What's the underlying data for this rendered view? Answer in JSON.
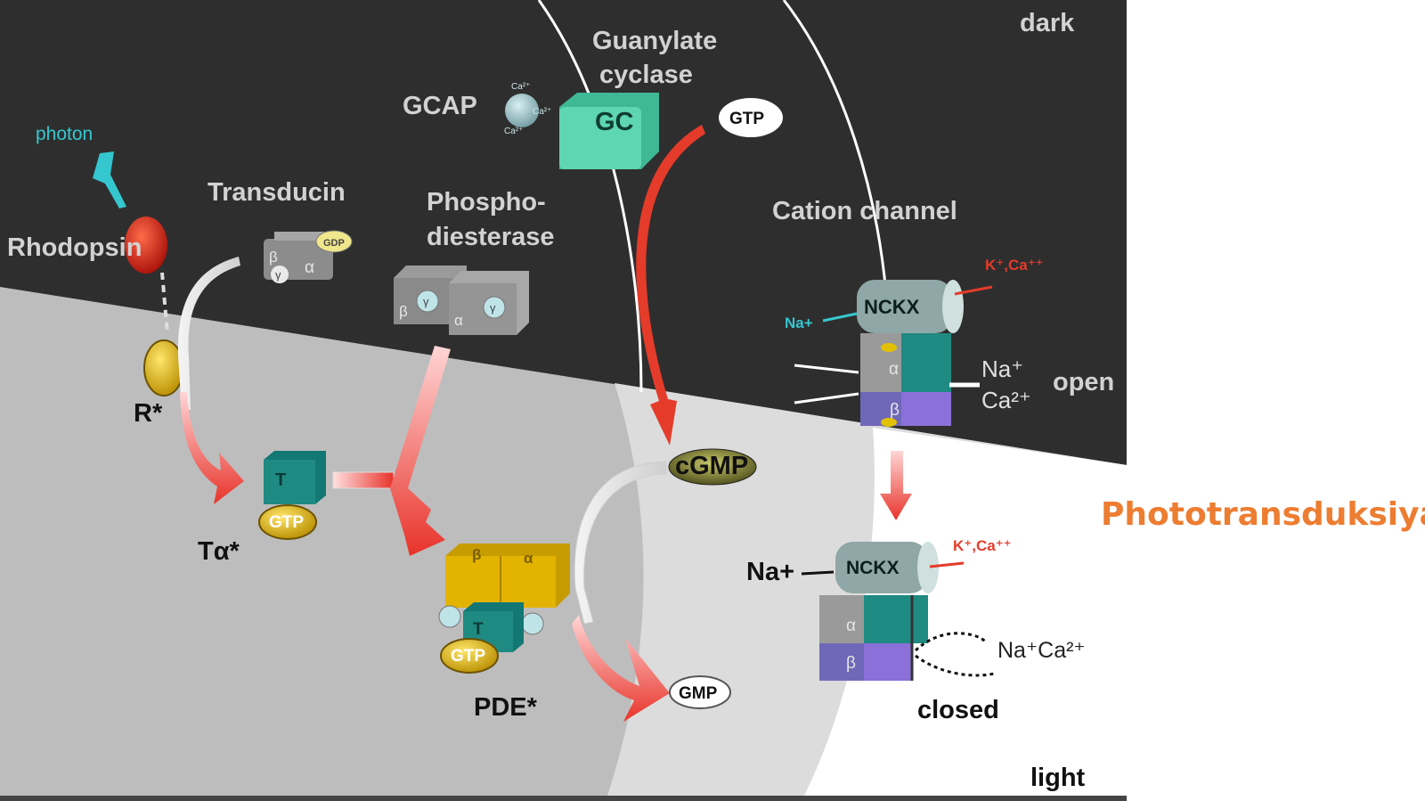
{
  "slide": {
    "title": "Phototransduksiya",
    "title_color": "#ed7d31"
  },
  "diagram": {
    "regions": {
      "dark": "dark",
      "light": "light",
      "open": "open",
      "closed": "closed"
    },
    "photon": "photon",
    "rhodopsin": "Rhodopsin",
    "r_star": "R*",
    "transducin": "Transducin",
    "t_alpha_star": "Tα*",
    "phosphodiesterase": [
      "Phospho-",
      "diesterase"
    ],
    "pde_star": "PDE*",
    "gcap": "GCAP",
    "guanylate_cyclase": [
      "Guanylate",
      "cyclase"
    ],
    "gc": "GC",
    "gtp": "GTP",
    "gdp": "GDP",
    "cgmp": "cGMP",
    "gmp": "GMP",
    "cation_channel": "Cation channel",
    "nckx": "NCKX",
    "k_ca": "K⁺,Ca⁺⁺",
    "na_plus": "Na+",
    "na_ion": "Na⁺",
    "ca_ion": "Ca²⁺",
    "na_ca": "Na⁺Ca²⁺",
    "ca_small": "Ca²⁺",
    "greek": {
      "alpha": "α",
      "beta": "β",
      "gamma": "γ",
      "t": "T"
    },
    "colors": {
      "dark_bg": "#2e2e2e",
      "membrane_light": "#b9b9b9",
      "membrane_lighter": "#dedede",
      "arrow_red": "#e53b2a",
      "teal": "#1f8a82",
      "gold": "#e2b300",
      "gc_green": "#5ed6b0",
      "purple": "#8a70d8",
      "cyan": "#35c7cf"
    }
  }
}
